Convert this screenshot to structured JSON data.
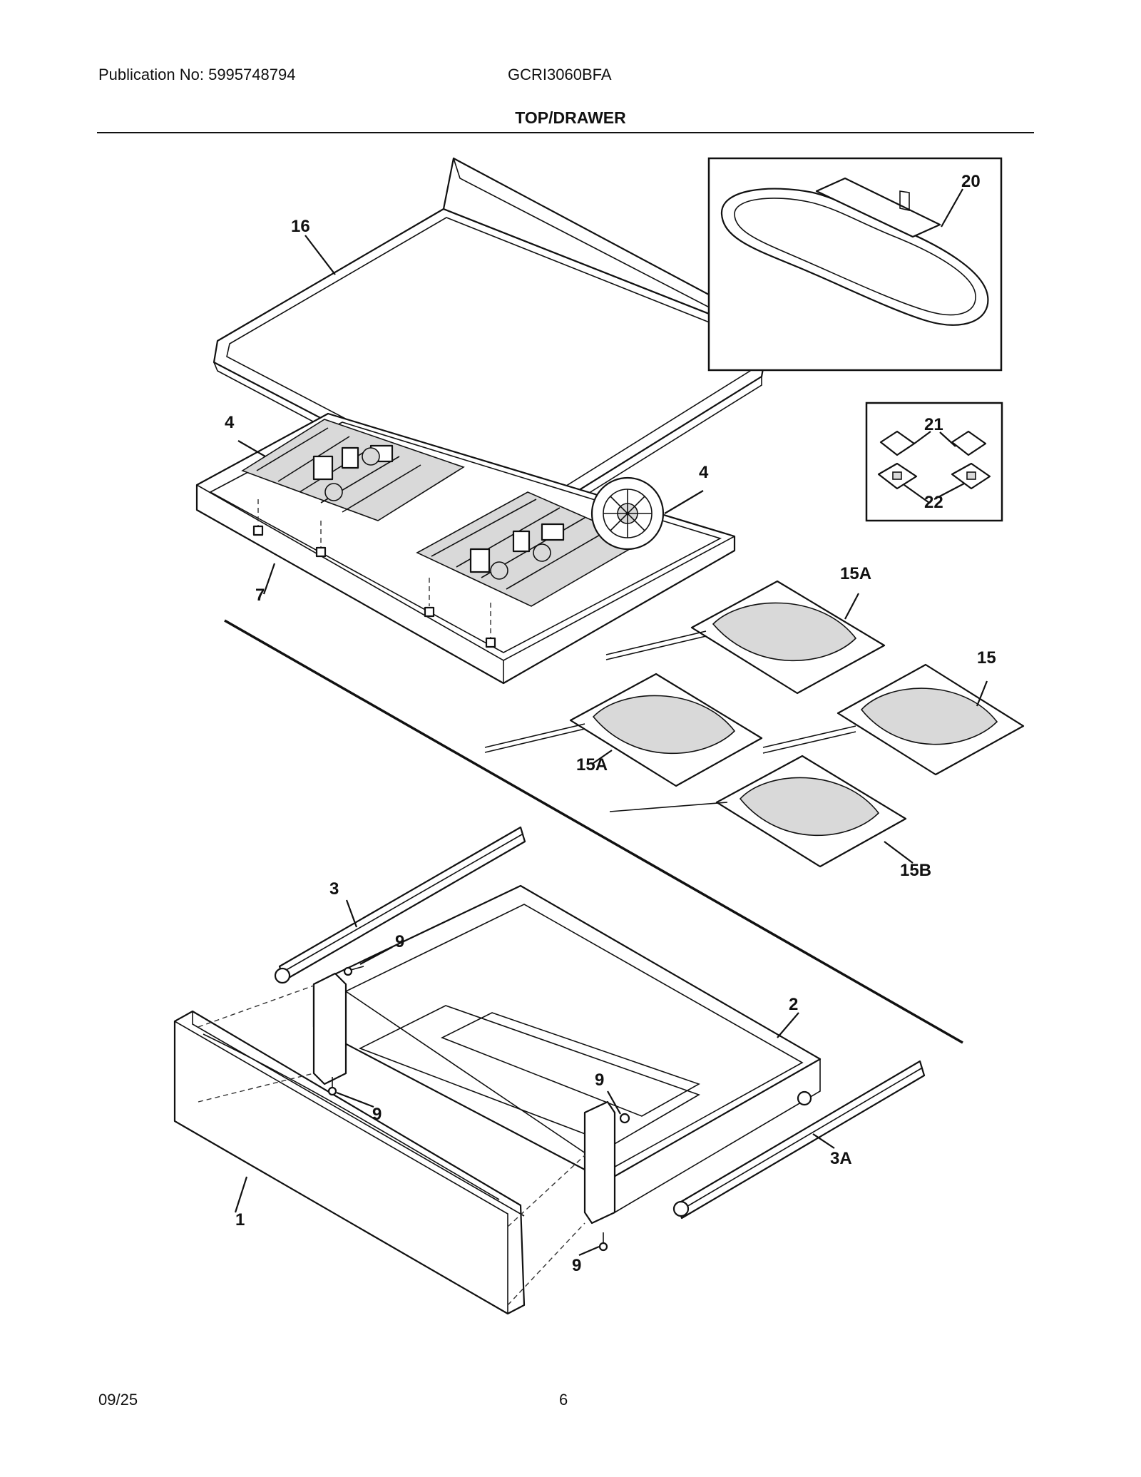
{
  "header": {
    "publication": "Publication No: 5995748794",
    "model": "GCRI3060BFA",
    "title": "TOP/DRAWER"
  },
  "callouts": {
    "c16": "16",
    "c20": "20",
    "c21": "21",
    "c22": "22",
    "c4a": "4",
    "c4b": "4",
    "c7": "7",
    "c15A_top": "15A",
    "c15": "15",
    "c15A_bottom": "15A",
    "c15B": "15B",
    "c3": "3",
    "c9a": "9",
    "c9b": "9",
    "c9c": "9",
    "c9d": "9",
    "c2": "2",
    "c3A": "3A",
    "c1": "1"
  },
  "footer": {
    "date": "09/25",
    "page": "6"
  }
}
